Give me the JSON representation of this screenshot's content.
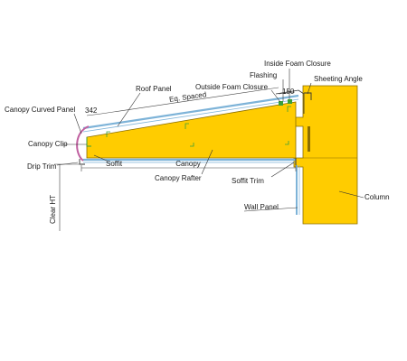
{
  "colors": {
    "steel_fill": "#FFCC00",
    "steel_stroke": "#8a6d00",
    "panel_blue": "#7db3d8",
    "curve_pink": "#c060a0",
    "clip_green": "#3aa03a",
    "line": "#333333"
  },
  "labels": {
    "inside_foam_closure": "Inside Foam Closure",
    "flashing": "Flashing",
    "outside_foam_closure": "Outside Foam Closure",
    "sheeting_angle": "Sheeting Angle",
    "roof_panel": "Roof Panel",
    "eq_spaced": "Eq. Spaced",
    "canopy_curved_panel": "Canopy Curved Panel",
    "canopy_clip": "Canopy Clip",
    "drip_trim": "Drip Trim",
    "soffit": "Soffit",
    "canopy": "Canopy",
    "canopy_rafter": "Canopy Rafter",
    "soffit_trim": "Soffit Trim",
    "column": "Column",
    "wall_panel": "Wall Panel",
    "clear_ht": "Clear HT"
  },
  "dimensions": {
    "curved_panel_dim": "342",
    "overlap_dim": "150"
  }
}
